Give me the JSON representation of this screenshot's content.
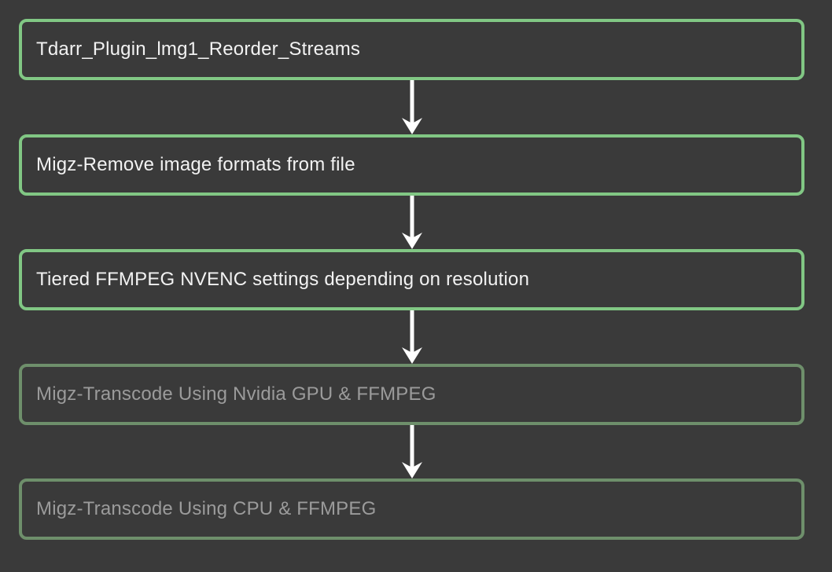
{
  "page": {
    "background_color": "#3a3a3a"
  },
  "flowchart": {
    "type": "plugin-stack-flowchart",
    "nodes": [
      {
        "label": "Tdarr_Plugin_lmg1_Reorder_Streams",
        "state": "active",
        "border_color": "#81c784",
        "text_color": "#f2f2f2"
      },
      {
        "label": "Migz-Remove image formats from file",
        "state": "active",
        "border_color": "#81c784",
        "text_color": "#f2f2f2"
      },
      {
        "label": "Tiered FFMPEG NVENC settings depending on resolution",
        "state": "active",
        "border_color": "#81c784",
        "text_color": "#f2f2f2"
      },
      {
        "label": "Migz-Transcode Using Nvidia GPU & FFMPEG",
        "state": "inactive",
        "border_color": "#6e8f6b",
        "text_color": "#9b9b9b"
      },
      {
        "label": "Migz-Transcode Using CPU & FFMPEG",
        "state": "inactive",
        "border_color": "#6e8f6b",
        "text_color": "#9b9b9b"
      }
    ],
    "connector": {
      "shape": "down-arrow",
      "color": "#ffffff"
    }
  }
}
